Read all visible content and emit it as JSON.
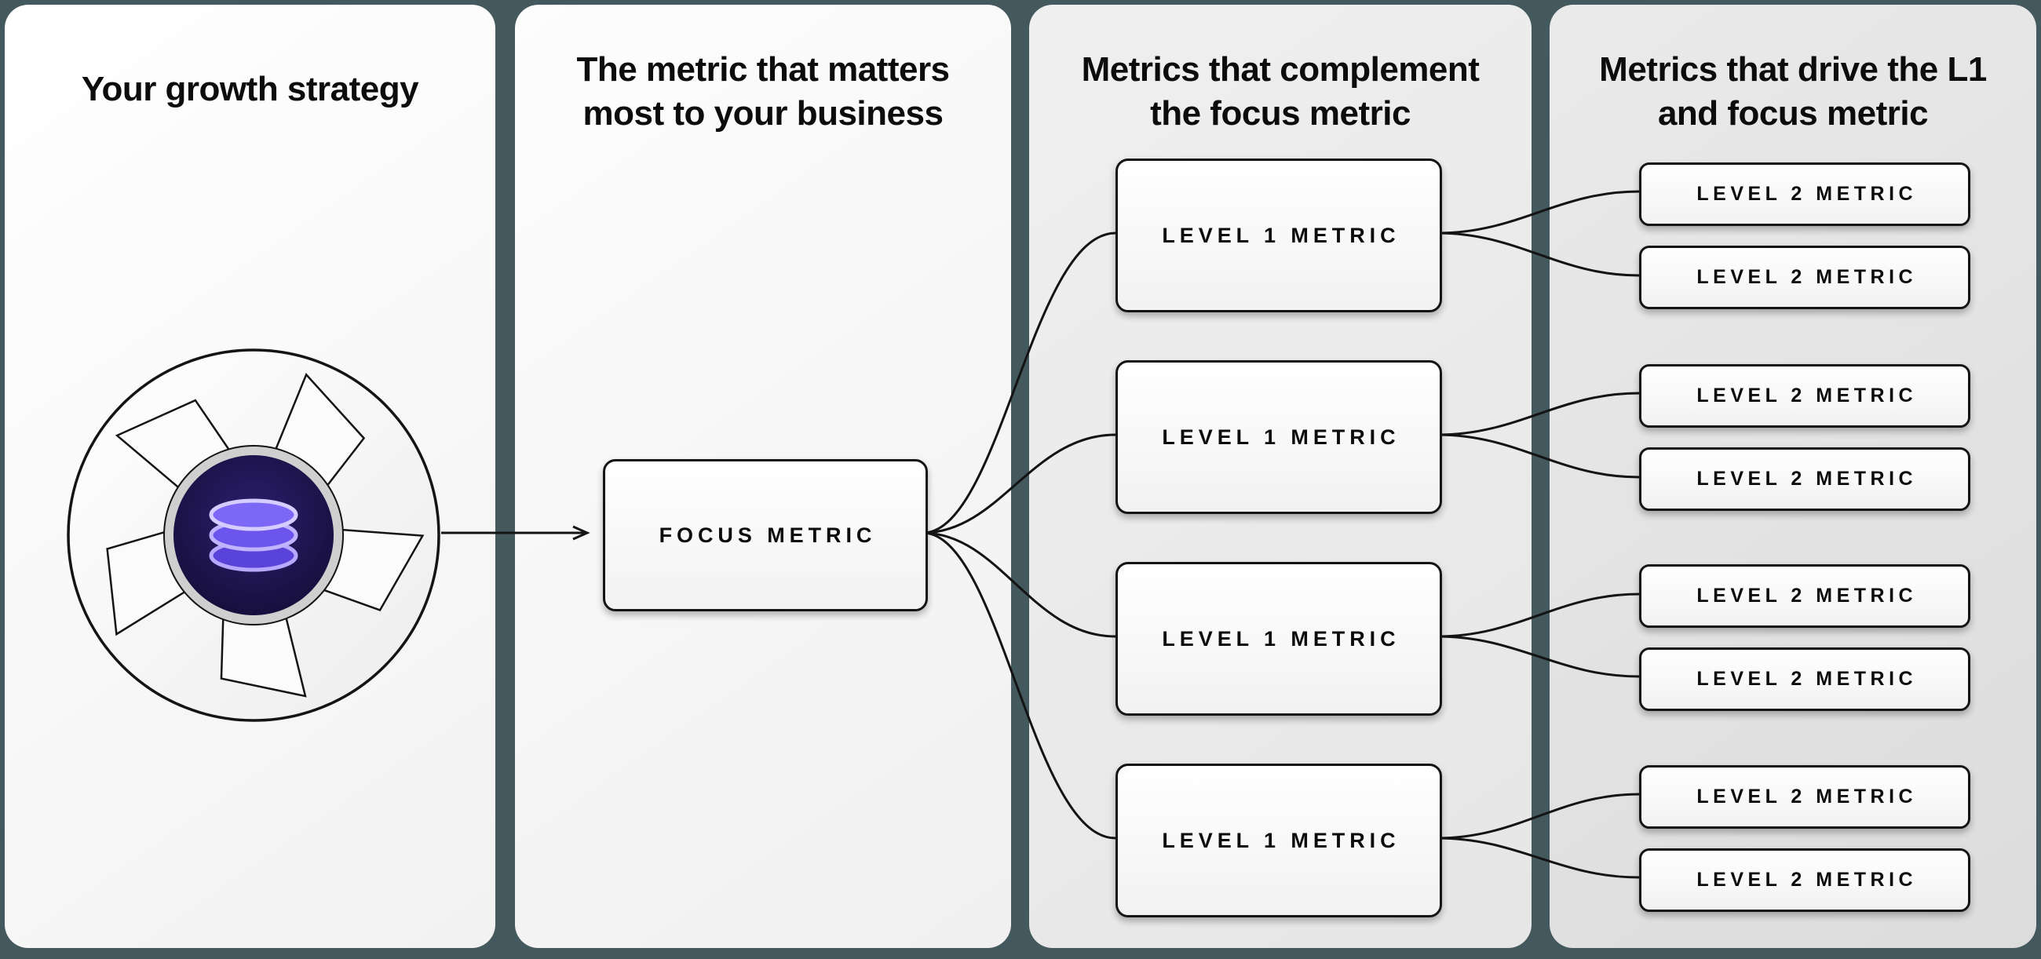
{
  "page": {
    "background_color": "#44595d",
    "panel_light_color": "#f4f4f4",
    "panel_gray_color": "#e4e4e4",
    "line_color": "#141414",
    "accent_purple": "#6c55ec",
    "dark_circle_color": "#17103c"
  },
  "panels": [
    {
      "title_line1": "Your growth strategy",
      "title_line2": ""
    },
    {
      "title_line1": "The metric that matters",
      "title_line2": "most to your business"
    },
    {
      "title_line1": "Metrics that complement",
      "title_line2": "the focus metric"
    },
    {
      "title_line1": "Metrics that drive the L1",
      "title_line2": "and focus metric"
    }
  ],
  "nodes": {
    "focus": "FOCUS METRIC",
    "level1": [
      "LEVEL 1 METRIC",
      "LEVEL 1 METRIC",
      "LEVEL 1 METRIC",
      "LEVEL 1 METRIC"
    ],
    "level2": [
      "LEVEL 2 METRIC",
      "LEVEL 2 METRIC",
      "LEVEL 2 METRIC",
      "LEVEL 2 METRIC",
      "LEVEL 2 METRIC",
      "LEVEL 2 METRIC",
      "LEVEL 2 METRIC",
      "LEVEL 2 METRIC"
    ]
  },
  "icons": {
    "flywheel": "flywheel-icon",
    "database": "database-icon",
    "arrow": "arrow-right-icon"
  }
}
